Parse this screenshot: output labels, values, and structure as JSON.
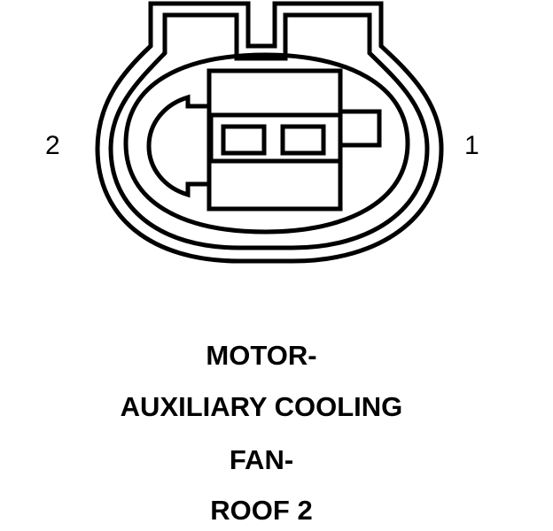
{
  "connector": {
    "pins": [
      {
        "label": "2"
      },
      {
        "label": "1"
      }
    ]
  },
  "caption": {
    "lines": [
      "MOTOR-",
      "AUXILIARY COOLING",
      "FAN-",
      "ROOF 2"
    ]
  },
  "colors": {
    "stroke": "#000000",
    "background": "#ffffff"
  }
}
